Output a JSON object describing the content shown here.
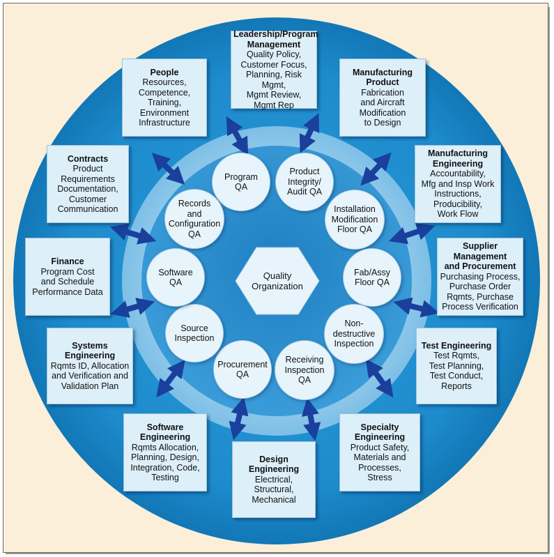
{
  "center": {
    "label": "Quality\nOrganization"
  },
  "inner_circles": [
    {
      "id": "program-qa",
      "label": "Program\nQA"
    },
    {
      "id": "product-integrity",
      "label": "Product\nIntegrity/\nAudit QA"
    },
    {
      "id": "installation-modification",
      "label": "Installation\nModification\nFloor QA"
    },
    {
      "id": "fab-assy",
      "label": "Fab/Assy\nFloor QA"
    },
    {
      "id": "nondestructive",
      "label": "Non-\ndestructive\nInspection"
    },
    {
      "id": "receiving-inspection",
      "label": "Receiving\nInspection\nQA"
    },
    {
      "id": "procurement-qa",
      "label": "Procurement\nQA"
    },
    {
      "id": "source-inspection",
      "label": "Source\nInspection"
    },
    {
      "id": "software-qa",
      "label": "Software\nQA"
    },
    {
      "id": "records-config",
      "label": "Records\nand\nConfiguration\nQA"
    }
  ],
  "outer_boxes": {
    "leadership": {
      "title": [
        "Leadership/Program",
        "Management"
      ],
      "lines": [
        "Quality Policy,",
        "Customer Focus,",
        "Planning, Risk Mgmt,",
        "Mgmt Review,",
        "Mgmt Rep"
      ]
    },
    "mfg_product": {
      "title": [
        "Manufacturing",
        "Product"
      ],
      "lines": [
        "Fabrication",
        "and Aircraft",
        "Modification",
        "to Design"
      ]
    },
    "mfg_engineering": {
      "title": [
        "Manufacturing",
        "Engineering"
      ],
      "lines": [
        "Accountability,",
        "Mfg and Insp Work",
        "Instructions,",
        "Producibility,",
        "Work Flow"
      ]
    },
    "supplier": {
      "title": [
        "Supplier",
        "Management",
        "and Procurement"
      ],
      "lines": [
        "Purchasing Process,",
        "Purchase Order",
        "Rqmts, Purchase",
        "Process Verification"
      ]
    },
    "test_eng": {
      "title": [
        "Test Engineering"
      ],
      "lines": [
        "Test Rqmts,",
        "Test Planning,",
        "Test Conduct,",
        "Reports"
      ]
    },
    "specialty": {
      "title": [
        "Specialty",
        "Engineering"
      ],
      "lines": [
        "Product Safety,",
        "Materials and",
        "Processes,",
        "Stress"
      ]
    },
    "design": {
      "title": [
        "Design",
        "Engineering"
      ],
      "lines": [
        "Electrical,",
        "Structural,",
        "Mechanical"
      ]
    },
    "software_eng": {
      "title": [
        "Software",
        "Engineering"
      ],
      "lines": [
        "Rqmts Allocation,",
        "Planning, Design,",
        "Integration, Code,",
        "Testing"
      ]
    },
    "systems": {
      "title": [
        "Systems",
        "Engineering"
      ],
      "lines": [
        "Rqmts ID, Allocation",
        "and Verification and",
        "Validation Plan"
      ]
    },
    "finance": {
      "title": [
        "Finance"
      ],
      "lines": [
        "Program Cost",
        "and Schedule",
        "Performance Data"
      ]
    },
    "contracts": {
      "title": [
        "Contracts"
      ],
      "lines": [
        "Product",
        "Requirements",
        "Documentation,",
        "Customer",
        "Communication"
      ]
    },
    "people": {
      "title": [
        "People"
      ],
      "lines": [
        "Resources,",
        "Competence,",
        "Training,",
        "Environment",
        "Infrastructure"
      ]
    }
  },
  "colors": {
    "outer_ring": "#1a86c8",
    "middle_ring": "#8dc8ea",
    "inner_ring": "#2d8fcf",
    "box_fill": "#ddeff9",
    "arrow": "#1a3f9c"
  }
}
